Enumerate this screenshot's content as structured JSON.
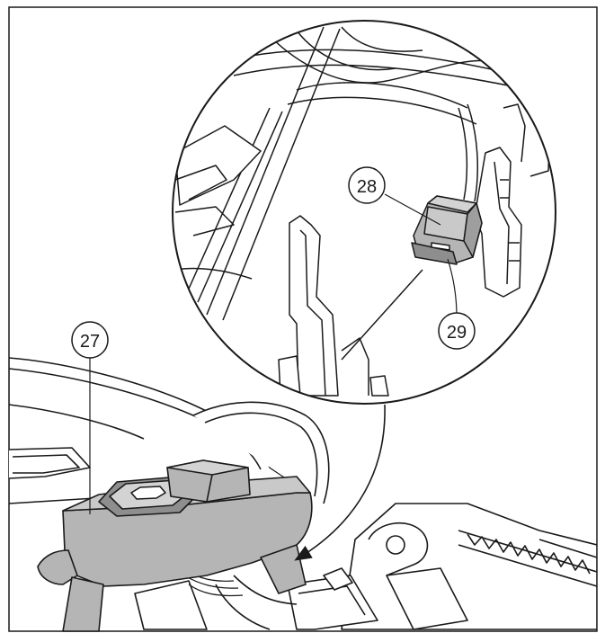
{
  "callouts": {
    "c27": "27",
    "c28": "28",
    "c29": "29"
  },
  "colors": {
    "line": "#1a1a1a",
    "part_fill": "#b5b5b5",
    "part_dark": "#8e8e8e",
    "background": "#ffffff"
  }
}
